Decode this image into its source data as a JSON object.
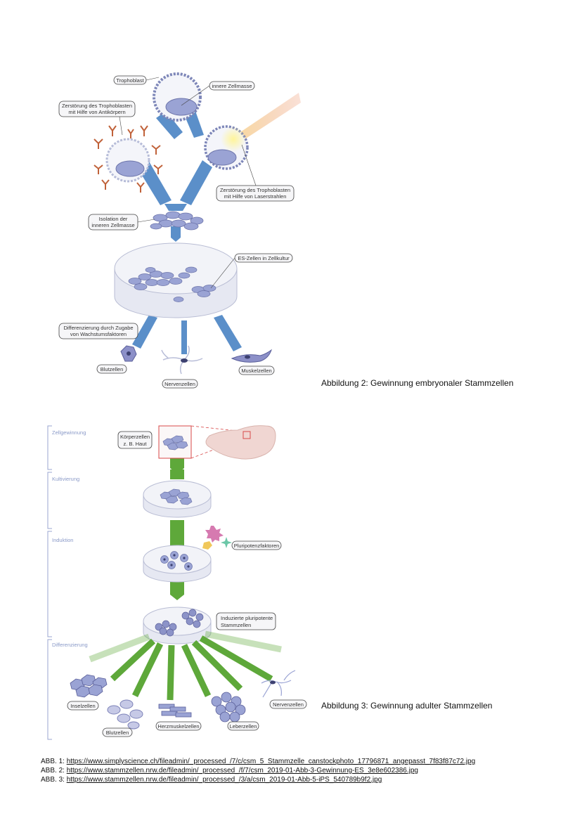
{
  "figure2": {
    "labels": {
      "trophoblast": "Trophoblast",
      "inner_cell_mass": "innere Zellmasse",
      "destroy_antibodies_1": "Zerstörung des Trophoblasten",
      "destroy_antibodies_2": "mit Hilfe von Antikörpern",
      "destroy_laser_1": "Zerstörung des Trophoblasten",
      "destroy_laser_2": "mit Hilfe von Laserstrahlen",
      "isolation_1": "Isolation der",
      "isolation_2": "inneren Zellmasse",
      "es_cells": "ES-Zellen in Zellkultur",
      "differentiation_1": "Differenzierung durch Zugabe",
      "differentiation_2": "von Wachstumsfaktoren",
      "blood_cells": "Blutzellen",
      "nerve_cells": "Nervenzellen",
      "muscle_cells": "Muskelzellen"
    },
    "caption": "Abbildung 2: Gewinnung embryonaler Stammzellen"
  },
  "figure3": {
    "stages": {
      "s1": "Zellgewinnung",
      "s2": "Kultivierung",
      "s3": "Induktion",
      "s4": "Differenzierung"
    },
    "labels": {
      "body_cells_1": "Körperzellen",
      "body_cells_2": "z. B. Haut",
      "pluripotency": "Pluripotenzfaktoren",
      "induced_1": "Induzierte pluripotente",
      "induced_2": "Stammzellen",
      "islet_cells": "Inselzellen",
      "blood_cells": "Blutzellen",
      "heart_muscle": "Herzmuskelzellen",
      "liver_cells": "Leberzellen",
      "nerve_cells": "Nervenzellen"
    },
    "caption": "Abbildung 3: Gewinnung adulter  Stammzellen"
  },
  "references": [
    {
      "prefix": "ABB. 1: ",
      "url": "https://www.simplyscience.ch/fileadmin/_processed_/7/c/csm_5_Stammzelle_canstockphoto_17796871_angepasst_7f83f87c72.jpg"
    },
    {
      "prefix": "ABB. 2: ",
      "url": "https://www.stammzellen.nrw.de/fileadmin/_processed_/f/7/csm_2019-01-Abb-3-Gewinnung-ES_3e8e602386.jpg"
    },
    {
      "prefix": "ABB. 3: ",
      "url": "https://www.stammzellen.nrw.de/fileadmin/_processed_/3/a/csm_2019-01-Abb-5-iPS_540789b9f2.jpg"
    }
  ],
  "colors": {
    "arrow_blue": "#5b8fc9",
    "arrow_green": "#5ea83a",
    "cell_fill": "#9aa3d4",
    "dish": "#e6e8f2",
    "antibody": "#c0623a",
    "laser": "#f3c19a",
    "skin": "#f0d6d2",
    "selection_red": "#d84a4a"
  }
}
